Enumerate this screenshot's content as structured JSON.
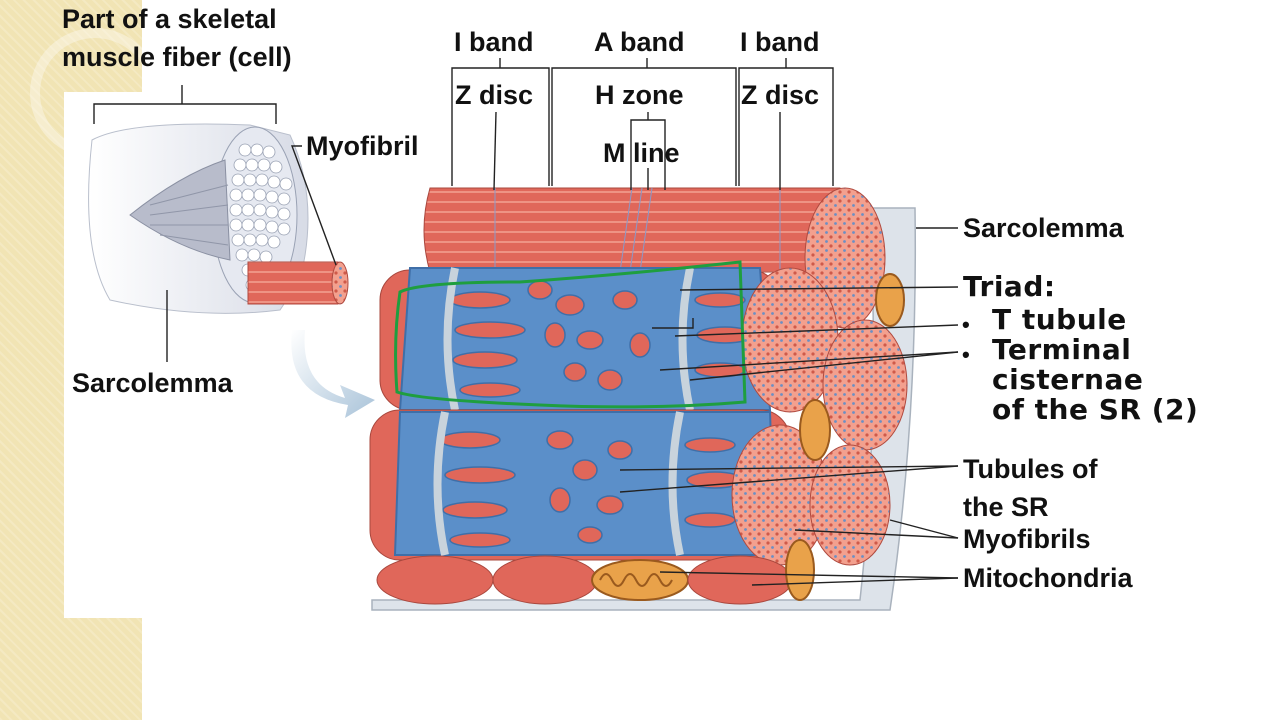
{
  "labels": {
    "title_line1": "Part of a skeletal",
    "title_line2": "muscle fiber (cell)",
    "myofibril": "Myofibril",
    "sarcolemma_left": "Sarcolemma",
    "i_band_left": "I band",
    "a_band": "A band",
    "i_band_right": "I band",
    "z_disc_left": "Z disc",
    "h_zone": "H zone",
    "z_disc_right": "Z disc",
    "m_line": "M line",
    "sarcolemma_right": "Sarcolemma",
    "triad": "Triad:",
    "t_tubule": "T tubule",
    "terminal_line1": "Terminal",
    "terminal_line2": "cisternae",
    "terminal_line3": "of the SR (2)",
    "tubules_line1": "Tubules of",
    "tubules_line2": "the SR",
    "myofibrils": "Myofibrils",
    "mitochondria": "Mitochondria",
    "bullet": "•"
  },
  "colors": {
    "muscle_red": "#e0675a",
    "muscle_light": "#f3a08e",
    "sr_blue": "#5b8fc9",
    "sr_dark": "#3f6fa8",
    "t_tubule_gray": "#c8d3dc",
    "annotation_green": "#1f9e3f",
    "fiber_gray": "#d6dae6",
    "background_tan": "#f1e4b4"
  }
}
